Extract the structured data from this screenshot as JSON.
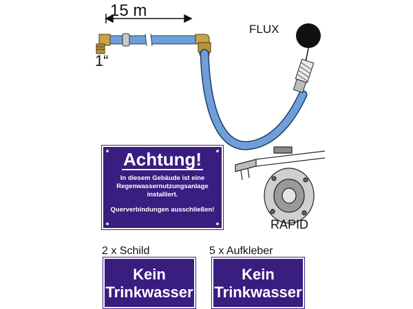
{
  "hose": {
    "length_label": "15 m",
    "thread_label": "1“",
    "float_label": "FLUX",
    "pump_label": "RAPID"
  },
  "sign": {
    "heading": "Achtung!",
    "line1": "In diesem Gebäude ist eine",
    "line2": "Regenwassernutzungsanlage",
    "line3": "installiert.",
    "footer": "Querverbindungen ausschließen!"
  },
  "plates": [
    {
      "caption": "2 x Schild",
      "line1": "Kein",
      "line2": "Trinkwasser"
    },
    {
      "caption": "5 x Aufkleber",
      "line1": "Kein",
      "line2": "Trinkwasser"
    }
  ],
  "colors": {
    "hose": "#6f9fd8",
    "sign": "#3a1d80",
    "brass": "#c9a348",
    "float": "#111111"
  }
}
